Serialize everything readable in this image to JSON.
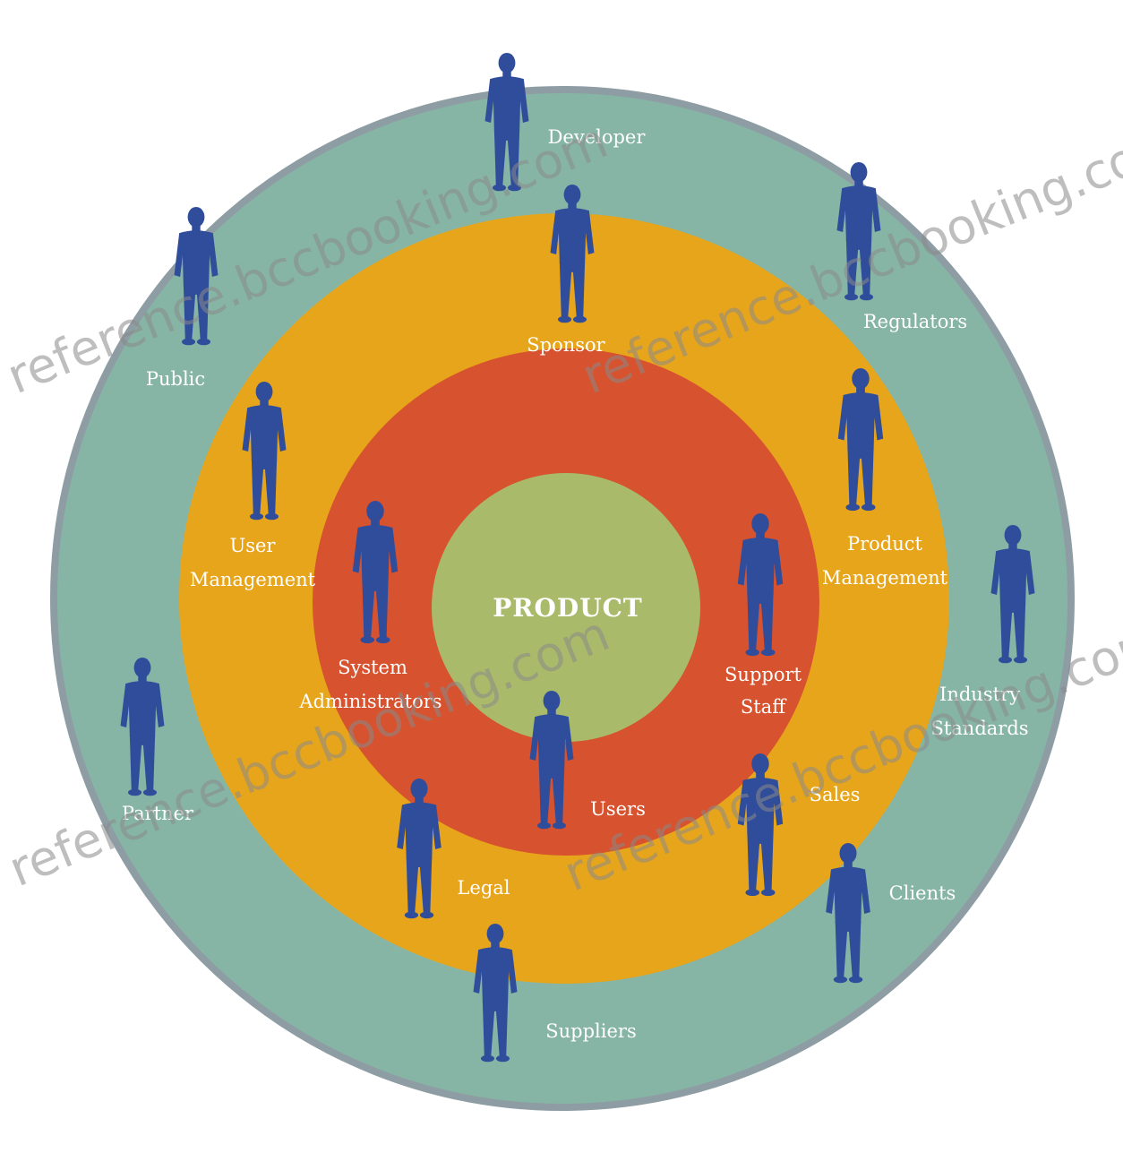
{
  "center": {
    "label": "PRODUCT",
    "color": "#a9bb6a"
  },
  "rings": {
    "outer": "#86b5a5",
    "middle": "#e7a51b",
    "inner": "#d7522e",
    "border": "#8e9da3"
  },
  "figure_color": "#2f4d9a",
  "watermark_text": "reference.bccbooking.com",
  "stakeholders": {
    "developer": {
      "label": "Developer"
    },
    "regulators": {
      "label": "Regulators"
    },
    "public": {
      "label": "Public"
    },
    "sponsor": {
      "label": "Sponsor"
    },
    "user_management": {
      "line1": "User",
      "line2": "Management"
    },
    "product_management": {
      "line1": "Product",
      "line2": "Management"
    },
    "system_administrators": {
      "line1": "System",
      "line2": "Administrators"
    },
    "support_staff": {
      "line1": "Support",
      "line2": "Staff"
    },
    "users": {
      "label": "Users"
    },
    "sales": {
      "label": "Sales"
    },
    "legal": {
      "label": "Legal"
    },
    "clients": {
      "label": "Clients"
    },
    "suppliers": {
      "label": "Suppliers"
    },
    "partner": {
      "label": "Partner"
    },
    "industry_standards": {
      "line1": "Industry",
      "line2": "Standards"
    }
  }
}
